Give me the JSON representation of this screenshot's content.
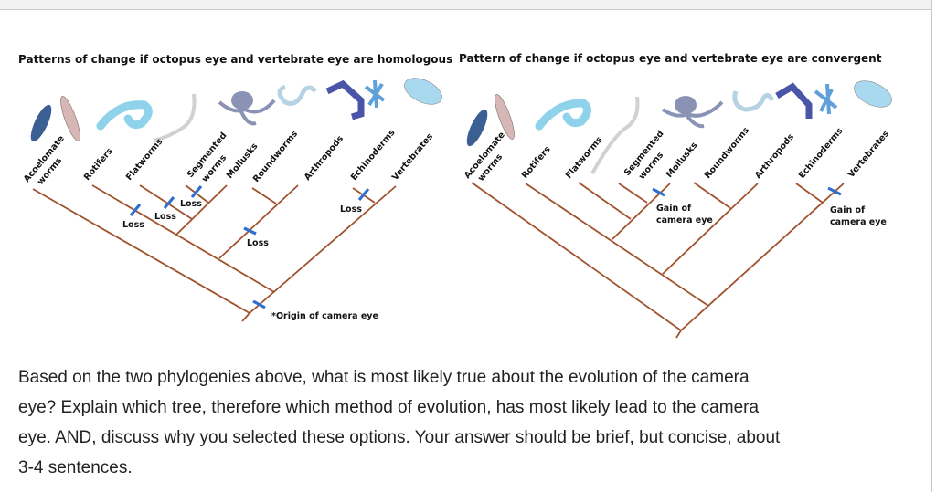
{
  "left_tree": {
    "title": "Patterns of change if octopus eye and vertebrate eye are homologous",
    "taxa": [
      "Acoelomate",
      "worms",
      "Rotifers",
      "Flatworms",
      "Segmented",
      "worms",
      "Mollusks",
      "Roundworms",
      "Arthropods",
      "Echinoderms",
      "Vertebrates"
    ],
    "loss_label": "Loss",
    "origin_label": "*Origin of camera eye"
  },
  "right_tree": {
    "title": "Pattern of change if octopus eye and vertebrate eye are convergent",
    "taxa": [
      "Acoelomate",
      "worms",
      "Rotifers",
      "Flatworms",
      "Segmented",
      "worms",
      "Mollusks",
      "Roundworms",
      "Arthropods",
      "Echinoderms",
      "Vertebrates"
    ],
    "gain_label_1": "Gain of",
    "gain_label_2": "camera eye"
  },
  "question": {
    "lines": [
      "Based on the two phylogenies above, what is most likely true about the evolution of the camera",
      "eye? Explain which tree, therefore which method of evolution, has most likely lead to the camera",
      "eye. AND, discuss why you selected these options. Your answer should be brief, but concise, about",
      "3-4 sentences."
    ]
  }
}
